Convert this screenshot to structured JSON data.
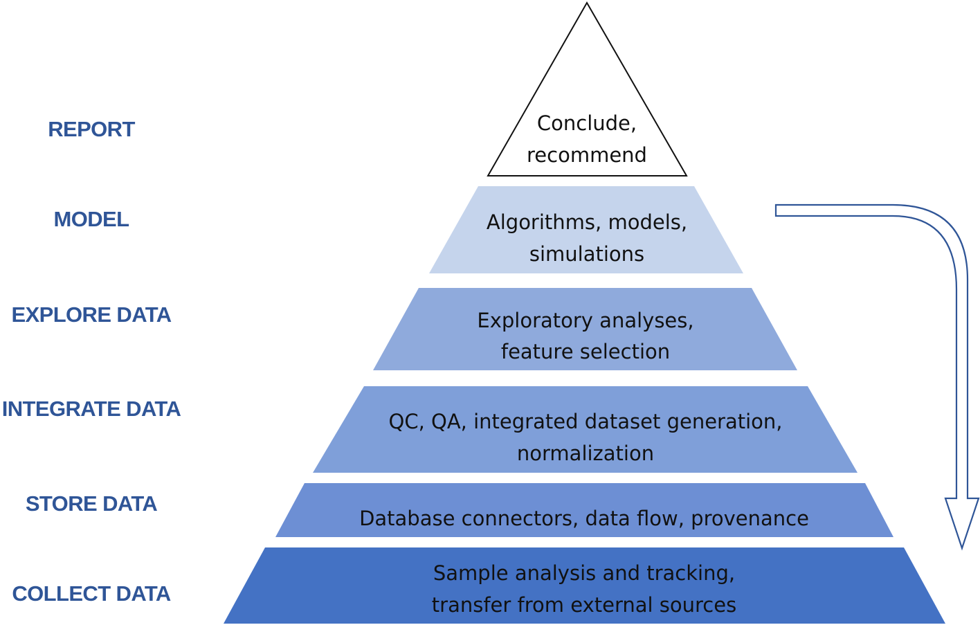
{
  "stages": [
    {
      "label": "REPORT",
      "lines": [
        "Conclude,",
        "recommend"
      ],
      "fill": "#ffffff"
    },
    {
      "label": "MODEL",
      "lines": [
        "Algorithms, models,",
        "simulations"
      ],
      "fill": "#c5d4ec"
    },
    {
      "label": "EXPLORE DATA",
      "lines": [
        "Exploratory analyses,",
        "feature selection"
      ],
      "fill": "#8faadc"
    },
    {
      "label": "INTEGRATE DATA",
      "lines": [
        "QC, QA, integrated dataset generation,",
        "normalization"
      ],
      "fill": "#7f9fd9"
    },
    {
      "label": "STORE DATA",
      "lines": [
        "Database connectors, data flow, provenance"
      ],
      "fill": "#6d8fd4"
    },
    {
      "label": "COLLECT DATA",
      "lines": [
        "Sample analysis and tracking,",
        "transfer from external sources"
      ],
      "fill": "#4472c4"
    }
  ],
  "colors": {
    "label_text": "#2f5597",
    "tier_text": "#111111",
    "outline": "#111111",
    "arrow_stroke": "#2f5597"
  },
  "icons": {
    "flow_arrow": "curved-down-arrow-icon"
  }
}
